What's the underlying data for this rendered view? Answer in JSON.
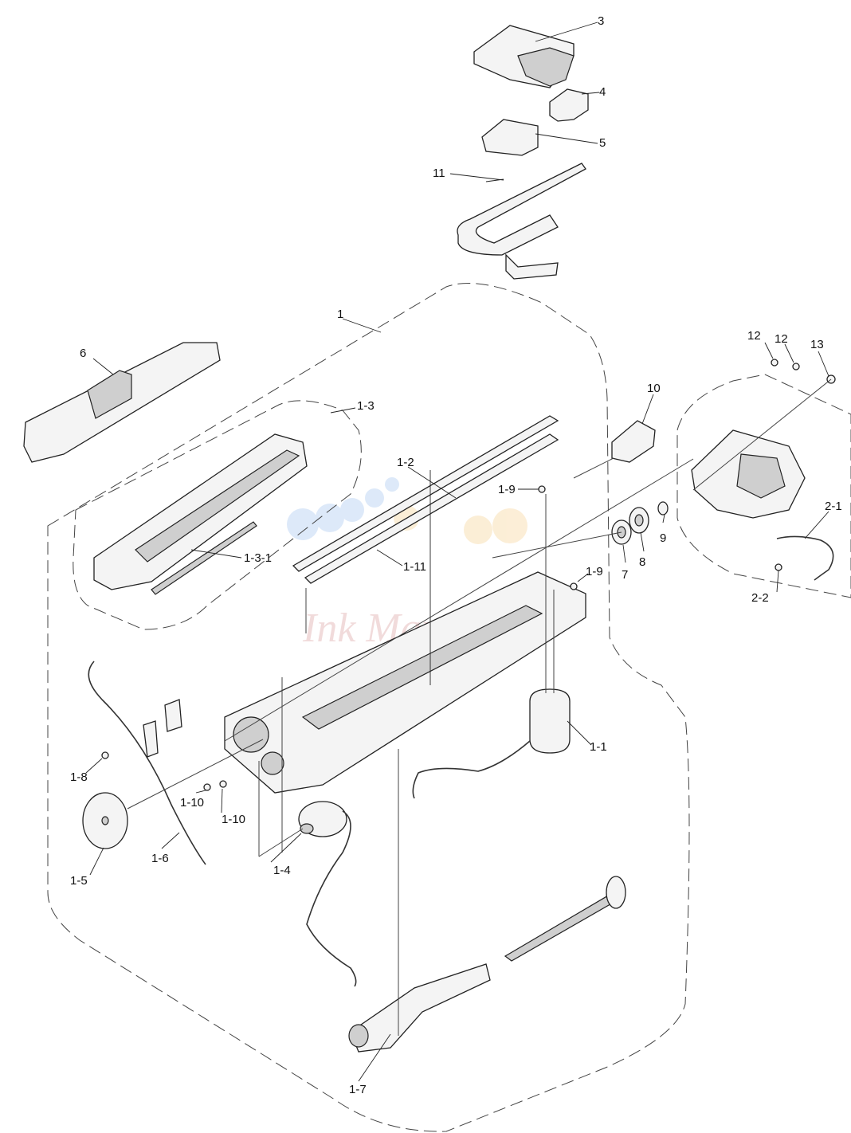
{
  "diagram": {
    "callouts": {
      "c1": "1",
      "c1_1": "1-1",
      "c1_2": "1-2",
      "c1_3": "1-3",
      "c1_3_1": "1-3-1",
      "c1_4": "1-4",
      "c1_5": "1-5",
      "c1_6": "1-6",
      "c1_7": "1-7",
      "c1_8": "1-8",
      "c1_9a": "1-9",
      "c1_9b": "1-9",
      "c1_10a": "1-10",
      "c1_10b": "1-10",
      "c1_11": "1-11",
      "c2_1": "2-1",
      "c2_2": "2-2",
      "c3": "3",
      "c4": "4",
      "c5": "5",
      "c6": "6",
      "c7": "7",
      "c8": "8",
      "c9": "9",
      "c10": "10",
      "c11": "11",
      "c12a": "12",
      "c12b": "12",
      "c13": "13"
    }
  }
}
